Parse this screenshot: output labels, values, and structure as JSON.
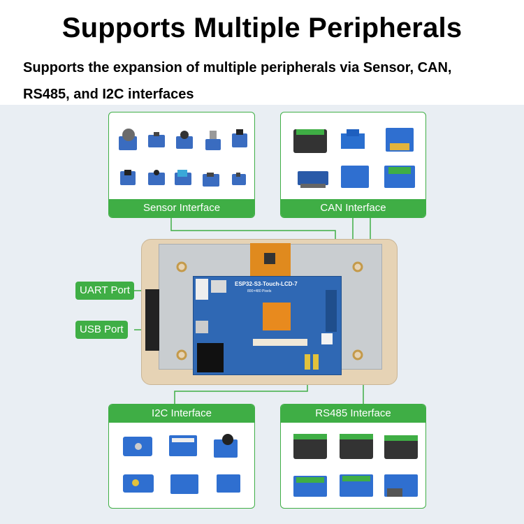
{
  "header": {
    "title": "Supports Multiple Peripherals",
    "subtitle_line1": "Supports the expansion of multiple peripherals via Sensor, CAN,",
    "subtitle_line2": "RS485, and I2C interfaces"
  },
  "cards": {
    "sensor": "Sensor Interface",
    "can": "CAN Interface",
    "i2c": "I2C Interface",
    "rs485": "RS485 Interface"
  },
  "side_tags": {
    "uart": "UART Port",
    "usb": "USB Port"
  },
  "board": {
    "name": "ESP32-S3-Touch-LCD-7",
    "resolution": "800×480 Pixels"
  },
  "colors": {
    "accent": "#3fae45",
    "panel_bg": "#e9eef3",
    "pcb": "#2f68b4"
  }
}
